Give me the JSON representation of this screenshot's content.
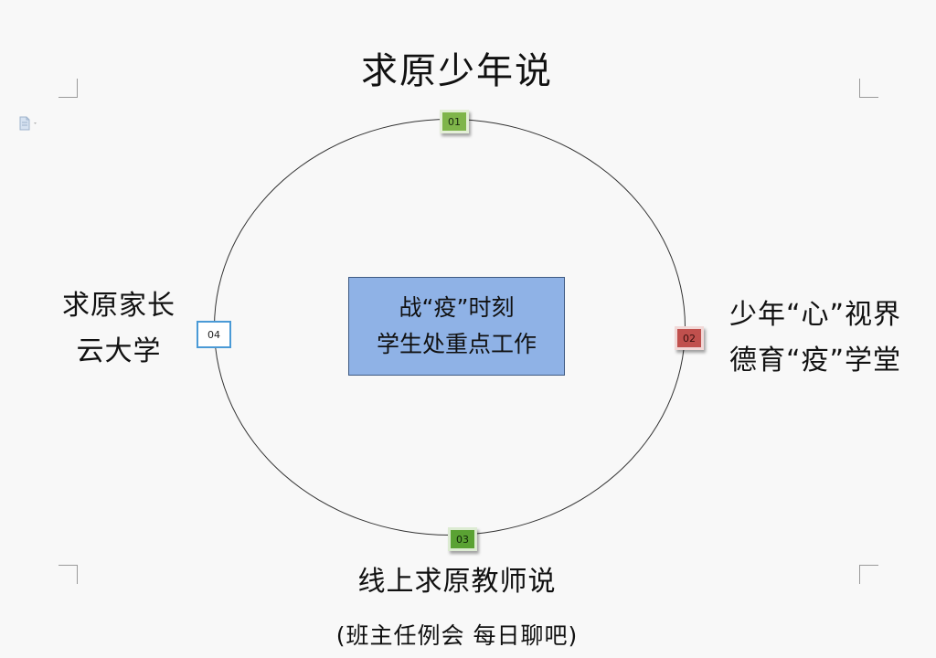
{
  "diagram": {
    "title": "求原少年说",
    "center": {
      "line1": "战“疫”时刻",
      "line2": "学生处重点工作"
    },
    "nodes": [
      {
        "number": "01",
        "color": "#7fb54a"
      },
      {
        "number": "02",
        "color": "#c0504d",
        "line1": "少年“心”视界",
        "line2": "德育“疫”学堂"
      },
      {
        "number": "03",
        "color": "#5aa233",
        "line1": "线上求原教师说",
        "line2": "(班主任例会 每日聊吧)"
      },
      {
        "number": "04",
        "color": "#4a9ad6",
        "line1": "求原家长",
        "line2": "云大学"
      }
    ]
  },
  "icons": {
    "document": "document-icon"
  }
}
